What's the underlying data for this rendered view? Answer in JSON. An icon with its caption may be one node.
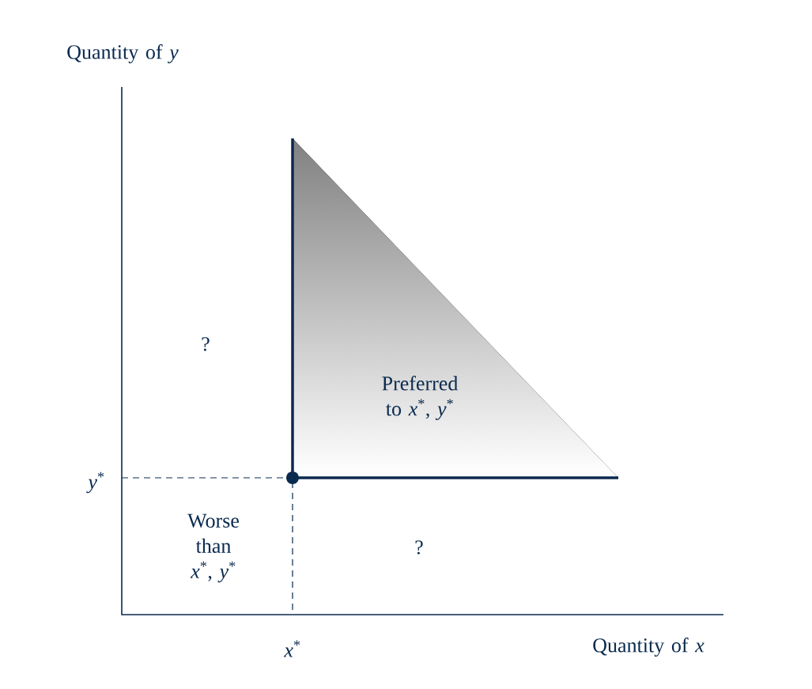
{
  "diagram": {
    "nodes": [
      {
        "text": [
          "Preferred to *x*$^{*}$, *y*$^{*}$"
        ]
      }
    ],
    "labels": [
      "Quantity of *y*",
      "?",
      "*y*$^{*}$",
      "Worse than *x*$^{*}$, *y*$^{*}$",
      "?",
      "*x*$^{*}$",
      "Quantity of *x*"
    ]
  }
}
